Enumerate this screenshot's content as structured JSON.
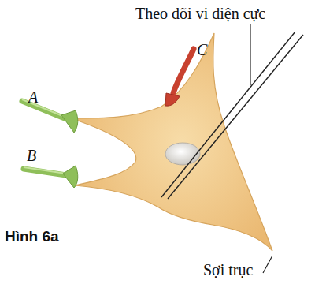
{
  "diagram": {
    "caption": "Hình 6a",
    "labels": [
      "Theo dõi vi điện cực",
      "A",
      "B",
      "C",
      "Sợi trục"
    ]
  }
}
